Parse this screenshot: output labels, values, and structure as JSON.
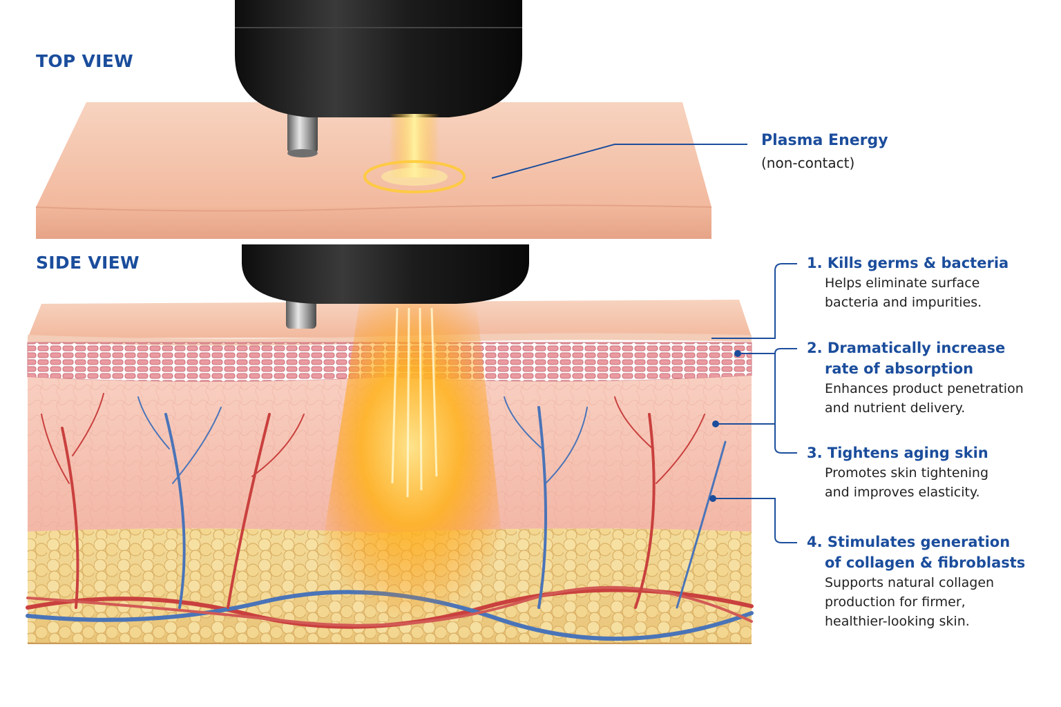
{
  "views": {
    "top": "TOP VIEW",
    "side": "SIDE VIEW"
  },
  "plasma": {
    "title": "Plasma Energy",
    "subtitle": "(non-contact)"
  },
  "benefits": [
    {
      "title_lines": [
        "1. Kills germs & bacteria"
      ],
      "desc_lines": [
        "Helps eliminate surface",
        "bacteria and impurities."
      ]
    },
    {
      "title_lines": [
        "2. Dramatically increase",
        "rate of absorption"
      ],
      "desc_lines": [
        "Enhances product penetration",
        "and nutrient delivery."
      ]
    },
    {
      "title_lines": [
        "3. Tightens aging skin"
      ],
      "desc_lines": [
        "Promotes skin tightening",
        "and improves elasticity."
      ]
    },
    {
      "title_lines": [
        "4. Stimulates generation",
        "of collagen & fibroblasts"
      ],
      "desc_lines": [
        "Supports natural collagen",
        "production for firmer,",
        "healthier-looking skin."
      ]
    }
  ],
  "colors": {
    "label_blue": "#1b4d9c",
    "skin": "#f4c2a8",
    "epidermis": "#e88f96",
    "dermis": "#f6c3b4",
    "fat": "#f0d28a",
    "plasma_glow": "#ffb21a",
    "artery": "#c9403e",
    "vein": "#4a74b8",
    "device": "#1b1b1b"
  }
}
